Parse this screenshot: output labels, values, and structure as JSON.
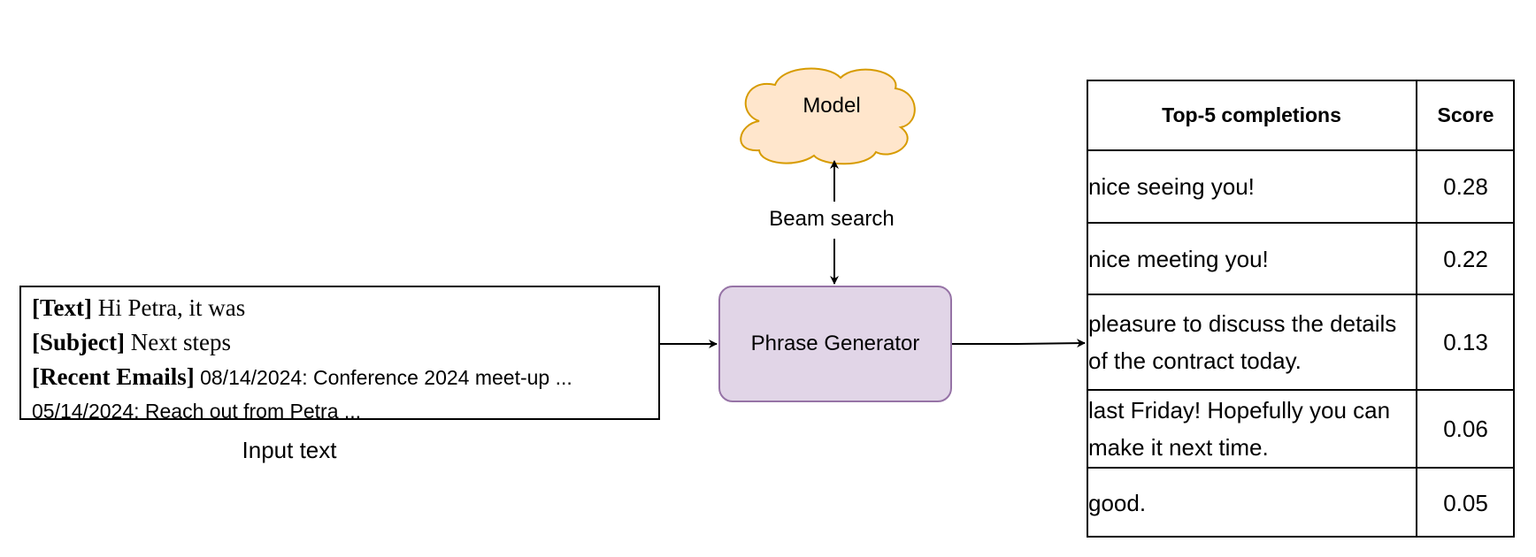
{
  "input": {
    "lines": [
      {
        "label": "[Text]",
        "value": " Hi Petra, it was"
      },
      {
        "label": "[Subject]",
        "value": " Next steps"
      },
      {
        "label": "[Recent Emails]",
        "value": " 08/14/2024: Conference 2024 meet-up ..."
      },
      {
        "label": "",
        "value": "05/14/2024: Reach out from Petra ..."
      }
    ],
    "caption": "Input text"
  },
  "phrase_generator": {
    "label": "Phrase Generator"
  },
  "model": {
    "label": "Model"
  },
  "beam_search": {
    "label": "Beam search"
  },
  "table": {
    "headers": [
      "Top-5 completions",
      "Score"
    ],
    "rows": [
      {
        "completion": "nice seeing you!",
        "score": "0.28"
      },
      {
        "completion": "nice meeting you!",
        "score": "0.22"
      },
      {
        "completion": "pleasure to discuss the details of the contract today.",
        "score": "0.13"
      },
      {
        "completion": "last Friday! Hopefully you can make it next time.",
        "score": "0.06"
      },
      {
        "completion": "good.",
        "score": "0.05"
      }
    ]
  },
  "colors": {
    "cloud_fill": "#ffe6cc",
    "cloud_stroke": "#d79b00",
    "phrase_fill": "#e1d5e7",
    "phrase_stroke": "#9673a6"
  }
}
